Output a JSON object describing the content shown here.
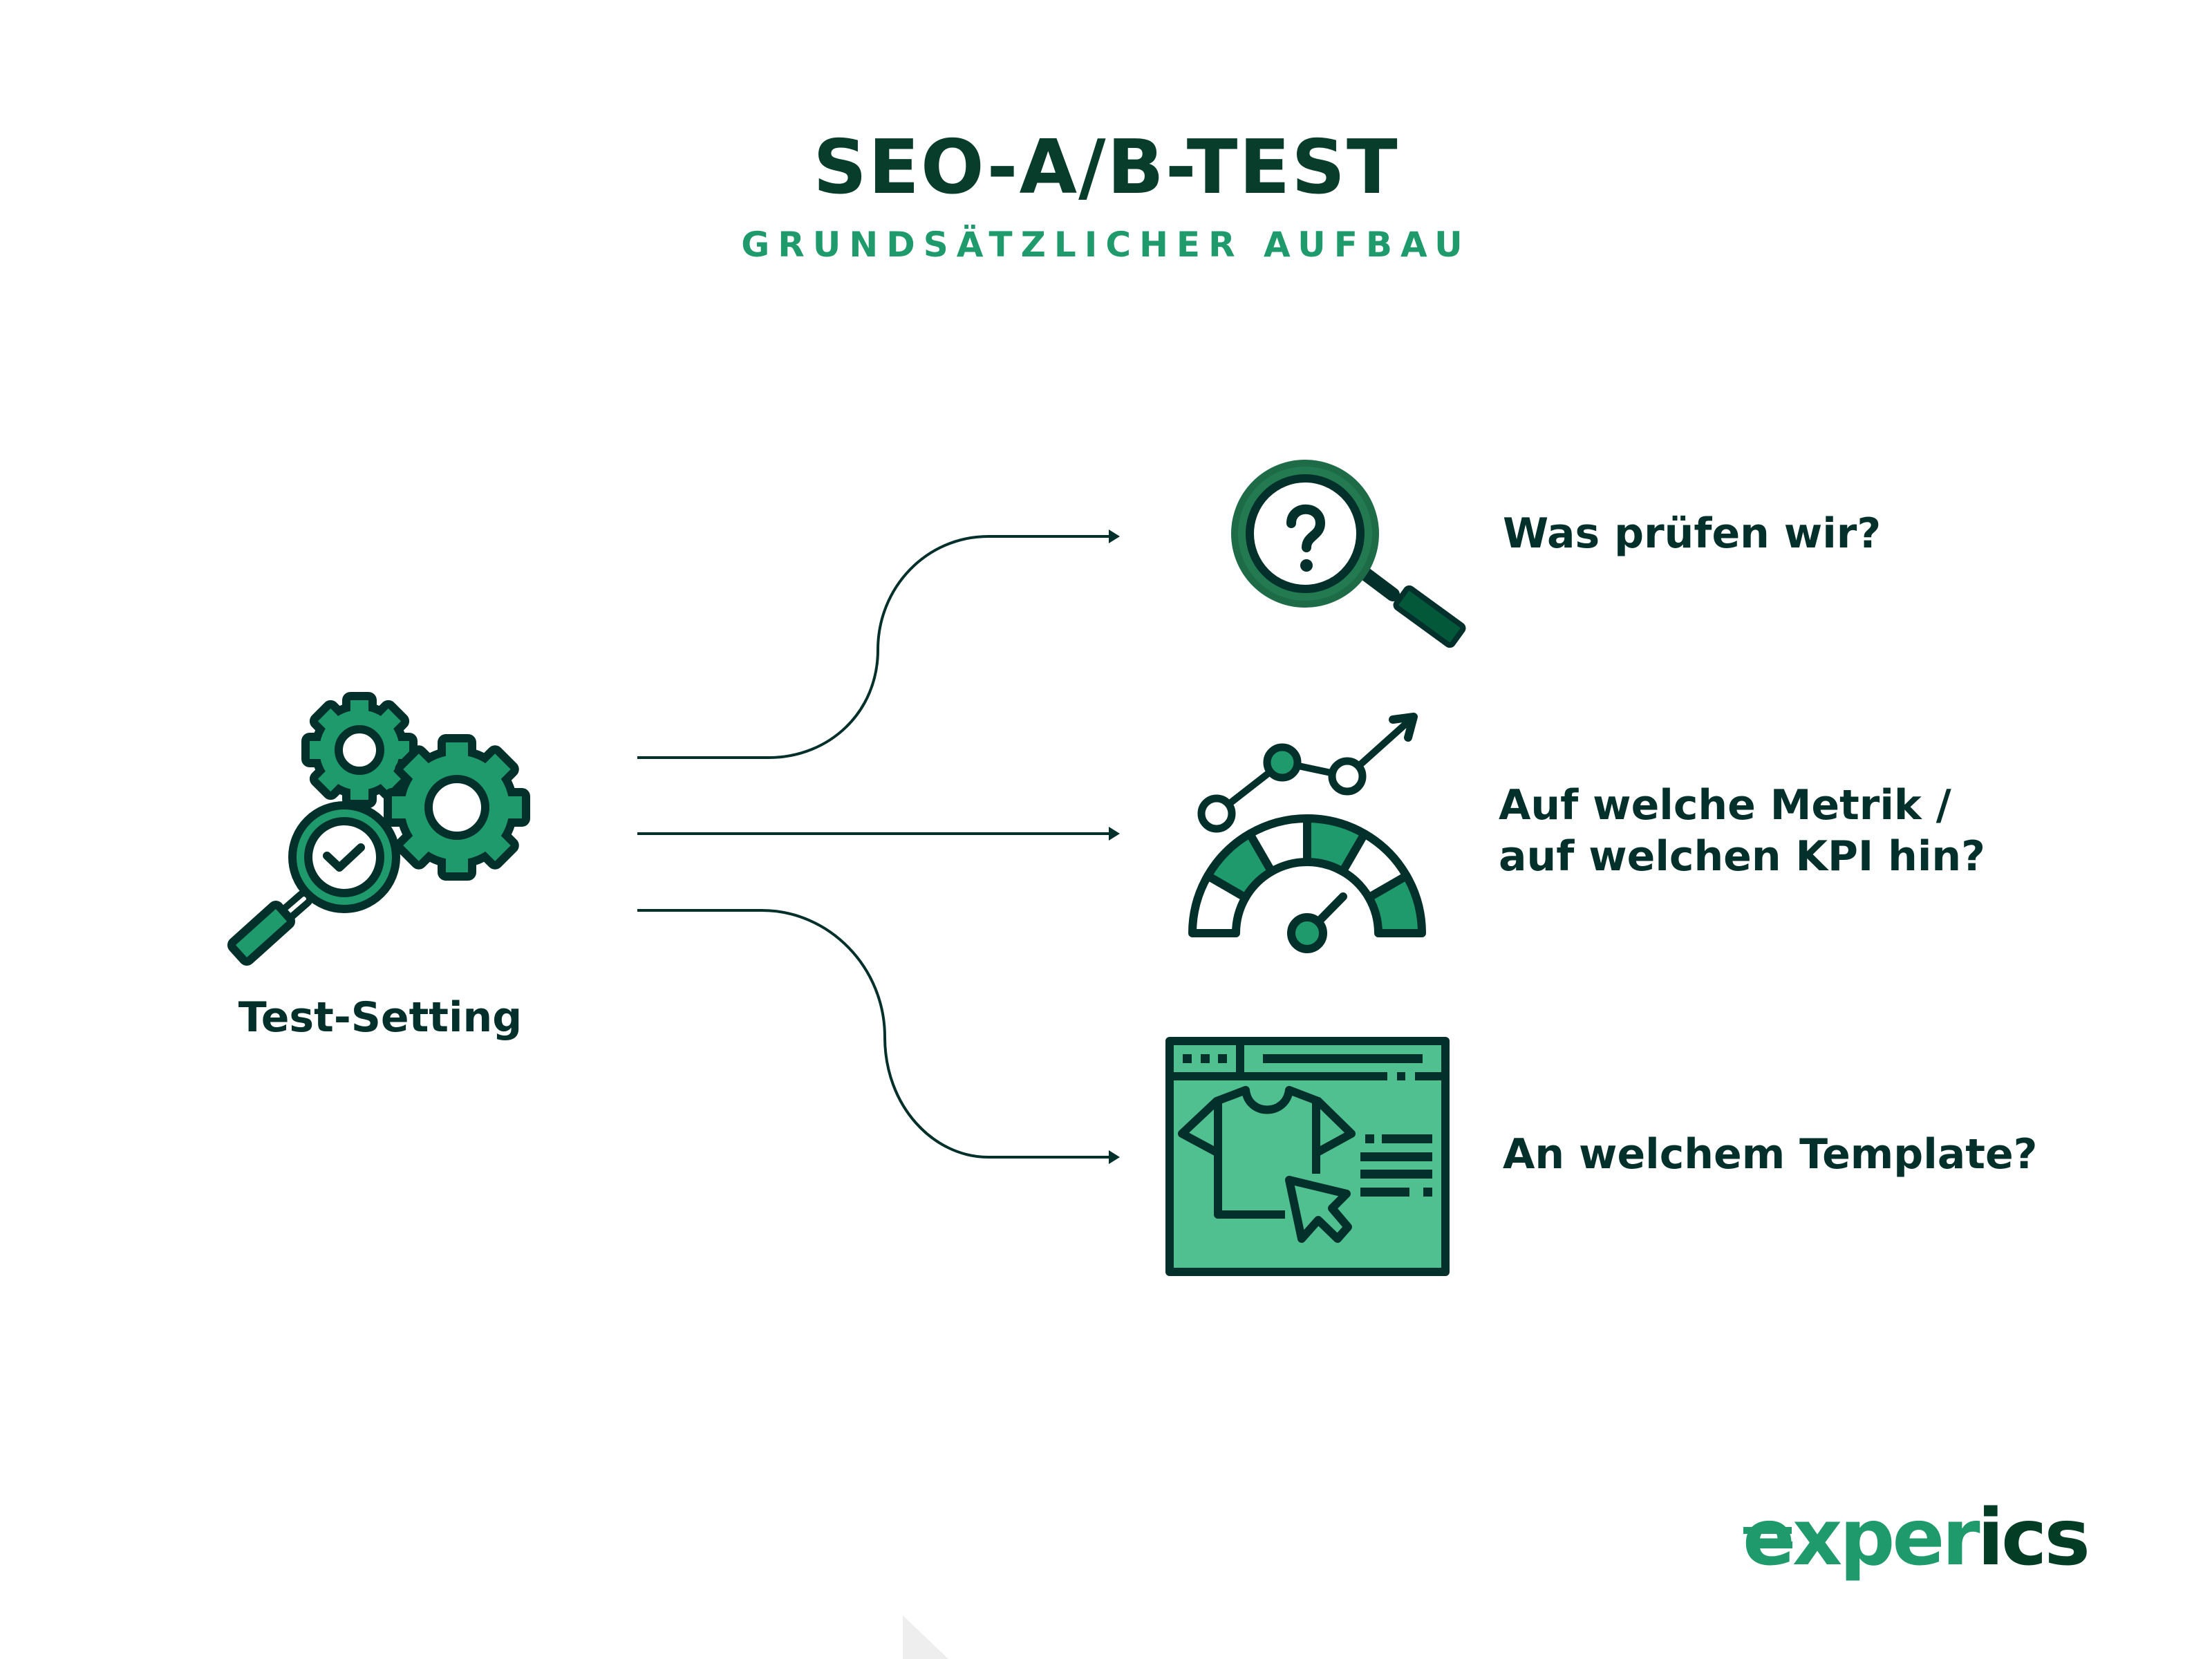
{
  "header": {
    "title": "SEO-A/B-TEST",
    "subtitle": "GRUNDSÄTZLICHER AUFBAU"
  },
  "source": {
    "label": "Test-Setting",
    "icon": "gears-magnifier-check-icon"
  },
  "targets": [
    {
      "label": "Was prüfen wir?",
      "icon": "magnifier-question-icon"
    },
    {
      "label_line1": "Auf welche Metrik /",
      "label_line2": "auf welchen KPI hin?",
      "icon": "gauge-chart-icon"
    },
    {
      "label": "An welchem Template?",
      "icon": "browser-shirt-cursor-icon"
    }
  ],
  "logo": {
    "part1": "exper",
    "part2": "ics"
  },
  "colors": {
    "dark": "#03302b",
    "green": "#1f9a6c",
    "light_green": "#50c090",
    "ring_green": "#237a50"
  }
}
